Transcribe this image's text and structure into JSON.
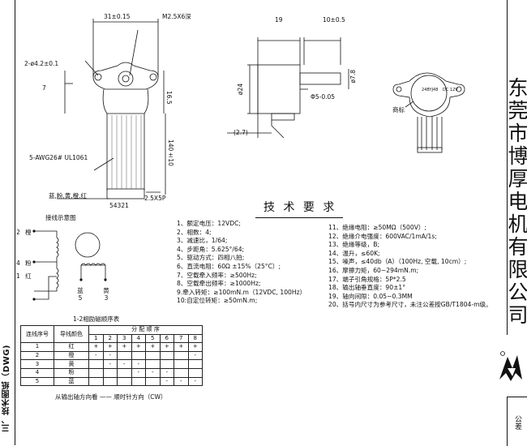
{
  "dims": {
    "width_31": "31±0.15",
    "screw": "M2.5X6深",
    "holes": "2-ø4.2±0.1",
    "dim_7": "7",
    "dim_16_5": "16.5",
    "dim_140": "140±10",
    "wire": "5-AWG26# UL1061",
    "dim_19": "19",
    "dim_10": "10±0.5",
    "dim_phi24": "ø24",
    "dim_phi7": "ø7.8",
    "dim_phi5": "Φ5-0.05",
    "dim_2_7": "(2.7)",
    "colors": "蓝,粉,黄,橙,红",
    "connector": "2.5X5P",
    "pins": "54321"
  },
  "product_label": {
    "model": "24BYJ48",
    "voltage": "DC 12V",
    "brand_mark": "商标"
  },
  "company_name": "东莞市博厚电机有限公司",
  "section_title": "三、技术图纸（DWG)",
  "tolerance_label": "公差",
  "spec_title": "技 术 要 求",
  "spec_left": [
    "1、额定电压：12VDC;",
    "2、相数：4;",
    "3、减速比，1/64;",
    "4、步距角：5.625°/64;",
    "5、驱动方式：四相八拍;",
    "6、直流电阻：60Ω ±15%（25°C）;",
    "7、空载牵入频率：≥500Hz;",
    "8、空载牵出频率：≥1000Hz;",
    "9.牵入转矩：≥100mN.m（12VDC, 100Hz）",
    "10:自定位转矩：≥50mN.m;"
  ],
  "spec_right": [
    "11、绝缘电阻：≥50MΩ（500V）;",
    "12、绝缘介电强度：600VAC/1mA/1s;",
    "13、绝缘等级，B;",
    "14、温升，≤60K;",
    "15、噪声，≤40db（A）（100Hz, 空载, 10cm）;",
    "16、摩擦力矩，60~294mN.m;",
    "17、端子引角规格：5P*2.5",
    "18、输出轴垂直度：90±1°",
    "19、轴向间隙：0.05~0.3MM",
    "20、括号内尺寸为参考尺寸，未注公差按GB/T1804-m级。"
  ],
  "wiring": {
    "title": "接线示意图",
    "labels": [
      {
        "num": "2",
        "color": "橙"
      },
      {
        "num": "4",
        "color": "粉"
      },
      {
        "num": "1",
        "color": "红"
      },
      {
        "num": "5",
        "color": "蓝"
      },
      {
        "num": "3",
        "color": "黄"
      }
    ]
  },
  "sequence_table": {
    "title": "1-2相励磁顺序表",
    "col_no": "连线序号",
    "col_color": "导线颜色",
    "col_seq": "分 配 顺 序",
    "steps": [
      "1",
      "2",
      "3",
      "4",
      "5",
      "6",
      "7",
      "8"
    ],
    "rows": [
      {
        "no": "1",
        "color": "红",
        "cells": [
          "+",
          "+",
          "+",
          "+",
          "+",
          "+",
          "+",
          "+"
        ]
      },
      {
        "no": "2",
        "color": "橙",
        "cells": [
          "-",
          "-",
          "",
          "",
          "",
          "",
          "",
          "-"
        ]
      },
      {
        "no": "3",
        "color": "黄",
        "cells": [
          "",
          "-",
          "-",
          "-",
          "",
          "",
          "",
          ""
        ]
      },
      {
        "no": "4",
        "color": "粉",
        "cells": [
          "",
          "",
          "",
          "-",
          "-",
          "-",
          "",
          ""
        ]
      },
      {
        "no": "5",
        "color": "蓝",
        "cells": [
          "",
          "",
          "",
          "",
          "",
          "-",
          "-",
          "-"
        ]
      }
    ],
    "footer": "从输出轴方向看  ——  顺时针方向（CW）"
  }
}
